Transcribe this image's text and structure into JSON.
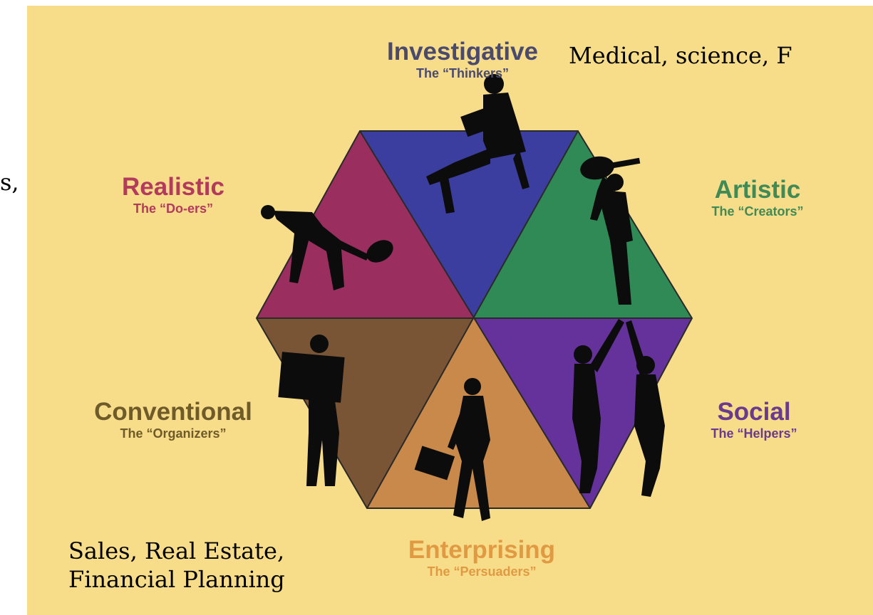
{
  "left_edge_fragment": "s,",
  "top_note": "Medical, science, F",
  "bottom_note": {
    "line1": "Sales, Real Estate,",
    "line2": "Financial Planning"
  },
  "types": [
    {
      "key": "investigative",
      "title": "Investigative",
      "subtitle": "The “Thinkers”",
      "color": "#3c3e9f",
      "label_color": "#4a4a6e",
      "figure": "reading-person-icon"
    },
    {
      "key": "artistic",
      "title": "Artistic",
      "subtitle": "The “Creators”",
      "color": "#2f8a55",
      "label_color": "#3f8a55",
      "figure": "guitar-player-icon"
    },
    {
      "key": "social",
      "title": "Social",
      "subtitle": "The “Helpers”",
      "color": "#64329a",
      "label_color": "#6a3a8e",
      "figure": "high-five-icon"
    },
    {
      "key": "enterprising",
      "title": "Enterprising",
      "subtitle": "The “Persuaders”",
      "color": "#c8894a",
      "label_color": "#e19a42",
      "figure": "businessman-briefcase-icon"
    },
    {
      "key": "conventional",
      "title": "Conventional",
      "subtitle": "The “Organizers”",
      "color": "#7a5535",
      "label_color": "#6f5a2a",
      "figure": "person-with-board-icon"
    },
    {
      "key": "realistic",
      "title": "Realistic",
      "subtitle": "The “Do-ers”",
      "color": "#9a2f5f",
      "label_color": "#b33a5c",
      "figure": "tennis-player-icon"
    }
  ]
}
